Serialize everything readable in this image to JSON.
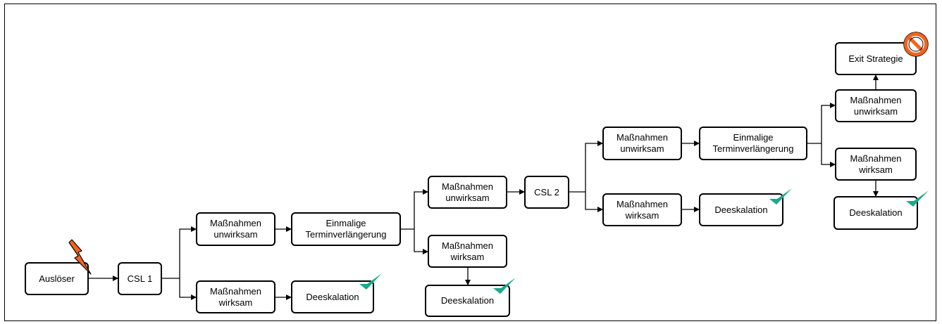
{
  "nodes": {
    "ausloeser": "Auslöser",
    "csl1": "CSL 1",
    "a_unwirksam": "Maßnahmen\nunwirksam",
    "a_wirksam": "Maßnahmen\nwirksam",
    "a_verlaengerung": "Einmalige\nTerminverlängerung",
    "a_deeskalation": "Deeskalation",
    "b_unwirksam": "Maßnahmen\nunwirksam",
    "b_wirksam": "Maßnahmen\nwirksam",
    "b_deeskalation": "Deeskalation",
    "csl2": "CSL 2",
    "c_unwirksam": "Maßnahmen\nunwirksam",
    "c_wirksam": "Maßnahmen\nwirksam",
    "c_verlaengerung": "Einmalige\nTerminverlängerung",
    "c_deeskalation": "Deeskalation",
    "d_unwirksam": "Maßnahmen\nunwirksam",
    "d_wirksam": "Maßnahmen\nwirksam",
    "d_deeskalation": "Deeskalation",
    "exit": "Exit Strategie"
  },
  "colors": {
    "lightning": "#f0641e",
    "check": "#1aa88a",
    "prohibited": "#f0641e"
  },
  "icons": {
    "trigger": "lightning-icon",
    "success": "checkmark-icon",
    "exit": "prohibited-icon"
  }
}
